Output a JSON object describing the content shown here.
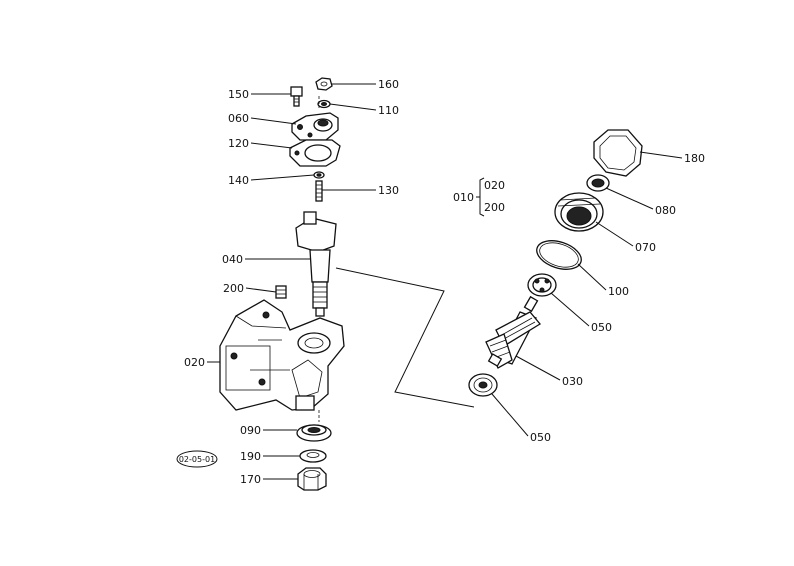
{
  "callouts": {
    "p150": "150",
    "p160": "160",
    "p110": "110",
    "p060": "060",
    "p120": "120",
    "p140": "140",
    "p130": "130",
    "p040": "040",
    "p200": "200",
    "p020": "020",
    "p090": "090",
    "p190": "190",
    "p170": "170",
    "p180": "180",
    "p080": "080",
    "p070": "070",
    "p100": "100",
    "p050a": "050",
    "p030": "030",
    "p050b": "050",
    "g010": "010",
    "g020": "020",
    "g200": "200"
  },
  "stamp": "02-05-01"
}
